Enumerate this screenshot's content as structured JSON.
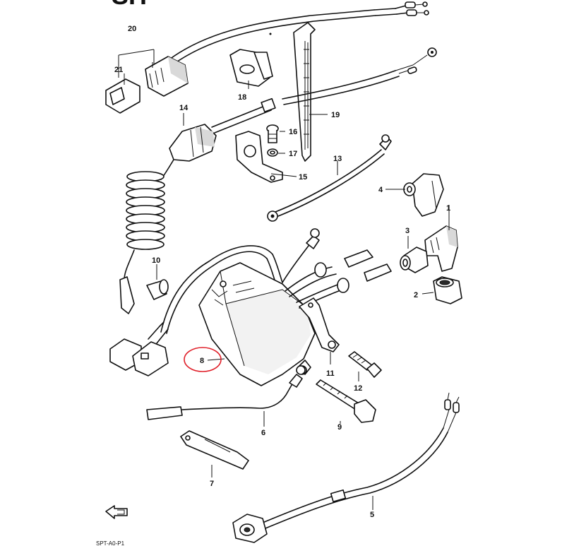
{
  "header_text": "SIT",
  "footer_text": "SPT-A0-P1",
  "highlight_color": "#e0202a",
  "highlighted_callout": "8",
  "callouts": {
    "c1": "1",
    "c2": "2",
    "c3": "3",
    "c4": "4",
    "c5": "5",
    "c6": "6",
    "c7": "7",
    "c8": "8",
    "c9": "9",
    "c10": "10",
    "c11": "11",
    "c12": "12",
    "c13": "13",
    "c14": "14",
    "c15": "15",
    "c16": "16",
    "c17": "17",
    "c18": "18",
    "c19": "19",
    "c20": "20",
    "c21": "21"
  },
  "icons": {
    "front_arrow": "front-direction-arrow-icon"
  }
}
